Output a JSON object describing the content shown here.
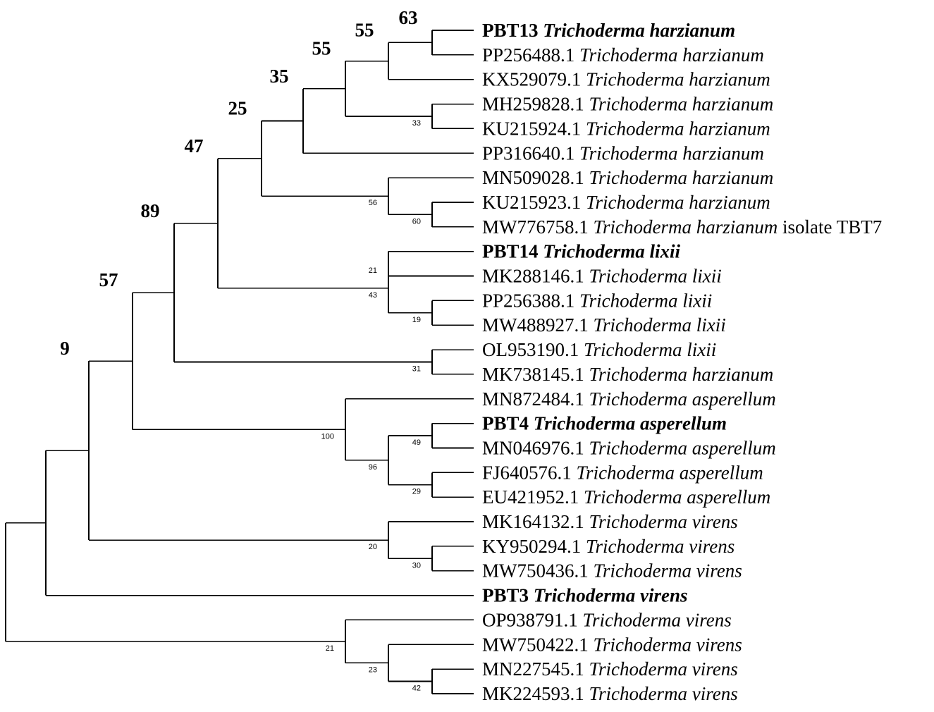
{
  "leaves": [
    {
      "id": "PBT13",
      "species": "Trichoderma harzianum",
      "bold": true
    },
    {
      "id": "PP256488.1",
      "species": "Trichoderma harzianum"
    },
    {
      "id": "KX529079.1",
      "species": "Trichoderma harzianum"
    },
    {
      "id": "MH259828.1",
      "species": "Trichoderma harzianum"
    },
    {
      "id": "KU215924.1",
      "species": "Trichoderma harzianum"
    },
    {
      "id": "PP316640.1",
      "species": "Trichoderma harzianum"
    },
    {
      "id": "MN509028.1",
      "species": "Trichoderma harzianum"
    },
    {
      "id": "KU215923.1",
      "species": "Trichoderma harzianum"
    },
    {
      "id": "MW776758.1",
      "species": "Trichoderma harzianum",
      "suffix": "isolate TBT7"
    },
    {
      "id": "PBT14",
      "species": "Trichoderma lixii",
      "bold": true
    },
    {
      "id": "MK288146.1",
      "species": "Trichoderma lixii"
    },
    {
      "id": "PP256388.1",
      "species": "Trichoderma lixii"
    },
    {
      "id": "MW488927.1",
      "species": "Trichoderma lixii"
    },
    {
      "id": "OL953190.1",
      "species": "Trichoderma lixii"
    },
    {
      "id": "MK738145.1",
      "species": "Trichoderma harzianum"
    },
    {
      "id": "MN872484.1",
      "species": "Trichoderma asperellum"
    },
    {
      "id": "PBT4",
      "species": "Trichoderma asperellum",
      "bold": true
    },
    {
      "id": "MN046976.1",
      "species": "Trichoderma asperellum"
    },
    {
      "id": "FJ640576.1",
      "species": "Trichoderma asperellum"
    },
    {
      "id": "EU421952.1",
      "species": "Trichoderma asperellum"
    },
    {
      "id": "MK164132.1",
      "species": "Trichoderma virens"
    },
    {
      "id": "KY950294.1",
      "species": "Trichoderma virens"
    },
    {
      "id": "MW750436.1",
      "species": "Trichoderma virens"
    },
    {
      "id": "PBT3",
      "species": "Trichoderma virens",
      "bold": true
    },
    {
      "id": "OP938791.1",
      "species": "Trichoderma virens"
    },
    {
      "id": "MW750422.1",
      "species": "Trichoderma virens"
    },
    {
      "id": "MN227545.1",
      "species": "Trichoderma virens"
    },
    {
      "id": "MK224593.1",
      "species": "Trichoderma virens"
    }
  ],
  "tree": {
    "support": null,
    "children": [
      {
        "support": "9",
        "big": true,
        "children": [
          {
            "support": "57",
            "big": true,
            "children": [
              {
                "support": "89",
                "big": true,
                "children": [
                  {
                    "support": "47",
                    "big": true,
                    "children": [
                      {
                        "support": "25",
                        "big": true,
                        "children": [
                          {
                            "support": "35",
                            "big": true,
                            "children": [
                              {
                                "support": "55",
                                "big": true,
                                "children": [
                                  {
                                    "support": "55",
                                    "big": true,
                                    "children": [
                                      {
                                        "support": "63",
                                        "big": true,
                                        "children": [
                                          {
                                            "leaf": 0
                                          },
                                          {
                                            "leaf": 1
                                          }
                                        ]
                                      },
                                      {
                                        "leaf": 2
                                      }
                                    ]
                                  },
                                  {
                                    "support": "33",
                                    "children": [
                                      {
                                        "leaf": 3
                                      },
                                      {
                                        "leaf": 4
                                      }
                                    ]
                                  }
                                ]
                              },
                              {
                                "leaf": 5
                              }
                            ]
                          },
                          {
                            "support": "56",
                            "children": [
                              {
                                "leaf": 6
                              },
                              {
                                "support": "60",
                                "children": [
                                  {
                                    "leaf": 7
                                  },
                                  {
                                    "leaf": 8
                                  }
                                ]
                              }
                            ]
                          }
                        ]
                      },
                      {
                        "support": "43",
                        "children": [
                          {
                            "support": "21",
                            "children": [
                              {
                                "leaf": 9
                              },
                              {
                                "leaf": 10
                              }
                            ]
                          },
                          {
                            "support": "19",
                            "children": [
                              {
                                "leaf": 11
                              },
                              {
                                "leaf": 12
                              }
                            ]
                          }
                        ]
                      }
                    ]
                  },
                  {
                    "support": "31",
                    "children": [
                      {
                        "leaf": 13
                      },
                      {
                        "leaf": 14
                      }
                    ]
                  }
                ]
              },
              {
                "support": "100",
                "children": [
                  {
                    "leaf": 15
                  },
                  {
                    "support": "96",
                    "children": [
                      {
                        "support": "49",
                        "children": [
                          {
                            "leaf": 16
                          },
                          {
                            "leaf": 17
                          }
                        ]
                      },
                      {
                        "support": "29",
                        "children": [
                          {
                            "leaf": 18
                          },
                          {
                            "leaf": 19
                          }
                        ]
                      }
                    ]
                  }
                ]
              }
            ]
          },
          {
            "support": "20",
            "children": [
              {
                "leaf": 20
              },
              {
                "support": "30",
                "children": [
                  {
                    "leaf": 21
                  },
                  {
                    "leaf": 22
                  }
                ]
              }
            ]
          }
        ]
      },
      {
        "leaf": 23
      }
    ]
  },
  "tree_b": {
    "support": "21",
    "children": [
      {
        "leaf": 24
      },
      {
        "support": "23",
        "children": [
          {
            "leaf": 25
          },
          {
            "support": "42",
            "children": [
              {
                "leaf": 26
              },
              {
                "leaf": 27
              }
            ]
          }
        ]
      }
    ]
  }
}
